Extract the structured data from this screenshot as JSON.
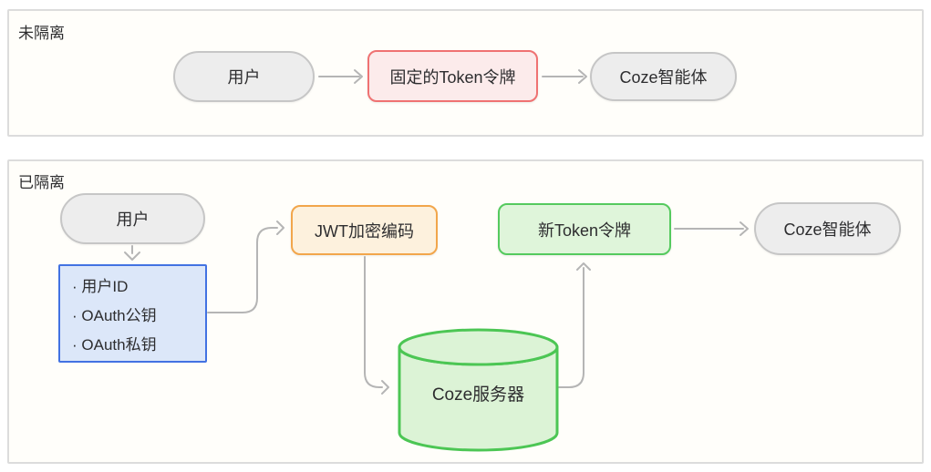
{
  "sections": [
    {
      "label": "未隔离",
      "nodes": {
        "user": "用户",
        "fixed_token": "固定的Token令牌",
        "agent": "Coze智能体"
      }
    },
    {
      "label": "已隔离",
      "nodes": {
        "user": "用户",
        "credentials": [
          "· 用户ID",
          "· OAuth公钥",
          "· OAuth私钥"
        ],
        "jwt": "JWT加密编码",
        "server": "Coze服务器",
        "new_token": "新Token令牌",
        "agent": "Coze智能体"
      }
    }
  ],
  "colors": {
    "section_border": "#dcdcdc",
    "section_bg": "#fffefa",
    "gray_node_bg": "#ededed",
    "gray_node_border": "#c6c6c6",
    "red_bg": "#fcebeb",
    "red_border": "#ef7272",
    "blue_bg": "#dce7f9",
    "blue_border": "#4272e2",
    "orange_bg": "#fdf1dd",
    "orange_border": "#f2a64b",
    "green_bg": "#dff5da",
    "green_border": "#55ca5e",
    "cylinder_bg": "#dcf3d6",
    "cylinder_border": "#4cc654",
    "arrow": "#b5b5b5",
    "text": "#2d2d2f"
  }
}
